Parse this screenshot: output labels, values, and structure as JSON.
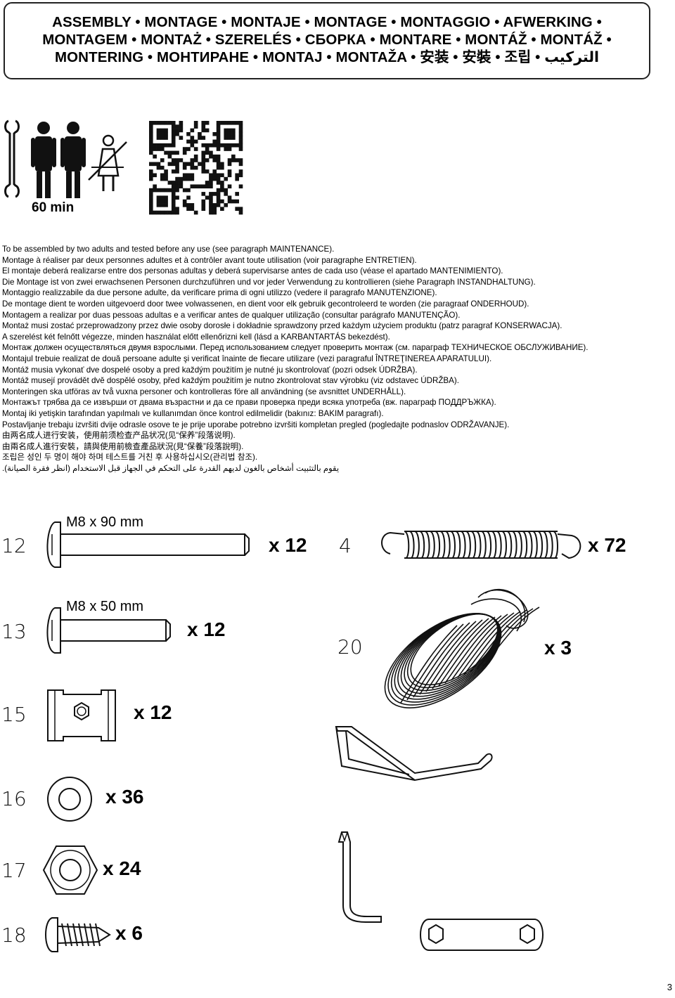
{
  "header": {
    "title_lines": [
      "ASSEMBLY • MONTAGE • MONTAJE • MONTAGE • MONTAGGIO • AFWERKING •",
      "MONTAGEM • MONTAŻ • SZERELÉS • СБОРКА • MONTARE • MONTÁŽ • MONTÁŽ •",
      "MONTERING • МОНТИРАНЕ • MONTAJ • MONTAŽA • 安装 • 安裝 • 조립 • التركيب"
    ]
  },
  "assembly_info": {
    "time": "60 min",
    "icons": [
      "wrench-icon",
      "adult-icon",
      "adult-icon",
      "no-child-icon"
    ]
  },
  "instructions": [
    "To be assembled by two adults and tested before any use (see paragraph MAINTENANCE).",
    "Montage à réaliser par deux personnes adultes et à contrôler avant toute utilisation (voir paragraphe ENTRETIEN).",
    "El montaje deberá realizarse entre dos personas adultas y deberá supervisarse antes de cada uso (véase el apartado MANTENIMIENTO).",
    "Die Montage ist von zwei erwachsenen Personen durchzuführen und vor jeder Verwendung zu kontrollieren (siehe Paragraph INSTANDHALTUNG).",
    "Montaggio realizzabile da due persone adulte, da verificare prima di ogni utilizzo (vedere il paragrafo MANUTENZIONE).",
    "De montage dient te worden uitgevoerd door twee volwassenen, en dient voor elk gebruik gecontroleerd te worden (zie paragraaf ONDERHOUD).",
    "Montagem a realizar por duas pessoas adultas e a verificar antes de qualquer utilização (consultar parágrafo MANUTENÇÃO).",
    "Montaż musi zostać przeprowadzony przez dwie osoby dorosłe i dokładnie sprawdzony przed każdym użyciem produktu (patrz paragraf KONSERWACJA).",
    "A szerelést két felnőtt végezze, minden használat előtt ellenőrizni kell (lásd a KARBANTARTÁS bekezdést).",
    "Монтаж должен осуществляться двумя взрослыми. Перед использованием следует проверить монтаж (см. параграф ТЕХНИЧЕСКОЕ ОБСЛУЖИВАНИЕ).",
    "Montajul trebuie realizat de două persoane adulte şi verificat înainte de fiecare utilizare (vezi paragraful ÎNTREŢINEREA APARATULUI).",
    "Montáž musia vykonať dve dospelé osoby a pred každým použitím je nutné ju skontrolovať (pozri odsek ÚDRŽBA).",
    "Montáž musejí provádět dvě dospělé osoby, před každým použitím je nutno zkontrolovat stav výrobku (viz odstavec ÚDRŽBA).",
    "Monteringen ska utföras av två vuxna personer och kontrolleras före all användning (se avsnittet UNDERHÅLL).",
    "Монтажът трябва да се извърши от двама възрастни и да се прави проверка преди всяка употреба (вж. параграф ПОДДРЪЖКА).",
    "Montaj iki yetişkin tarafından yapılmalı ve kullanımdan önce kontrol edilmelidir (bakınız: BAKIM paragrafı).",
    "Postavljanje trebaju izvršiti dvije odrasle osove te je prije uporabe potrebno izvršiti kompletan pregled (pogledajte podnaslov ODRŽAVANJE).",
    "由两名成人进行安装，使用前须检查产品状况(见“保养”段落说明).",
    "由兩名成人進行安裝，請與使用前檢查產品狀況(見“保養”段落說明).",
    "조립은 성인 두 명이 해야 하며 테스트를 거친 후 사용하십시오(관리법 참조).",
    "يقوم بالتثبيت أشخاص بالغون لديهم القدرة على التحكم في الجهاز قبل الاستخدام (انظر فقرة الصيانة)."
  ],
  "parts": [
    {
      "number": "12",
      "dimension": "M8 x 90 mm",
      "quantity": "x 12",
      "icon": "bolt-long-icon"
    },
    {
      "number": "13",
      "dimension": "M8 x 50 mm",
      "quantity": "x 12",
      "icon": "bolt-short-icon"
    },
    {
      "number": "15",
      "quantity": "x 12",
      "icon": "clamp-nut-icon"
    },
    {
      "number": "16",
      "quantity": "x 36",
      "icon": "washer-icon"
    },
    {
      "number": "17",
      "quantity": "x 24",
      "icon": "hex-nut-icon"
    },
    {
      "number": "18",
      "quantity": "x 6",
      "icon": "screw-icon"
    },
    {
      "number": "4",
      "quantity": "x 72",
      "icon": "spring-icon"
    },
    {
      "number": "20",
      "quantity": "x 3",
      "icon": "rope-coil-icon"
    }
  ],
  "tools": [
    "spring-hook-tool-icon",
    "hex-key-icon",
    "wrench-plate-icon"
  ],
  "page_number": "3"
}
